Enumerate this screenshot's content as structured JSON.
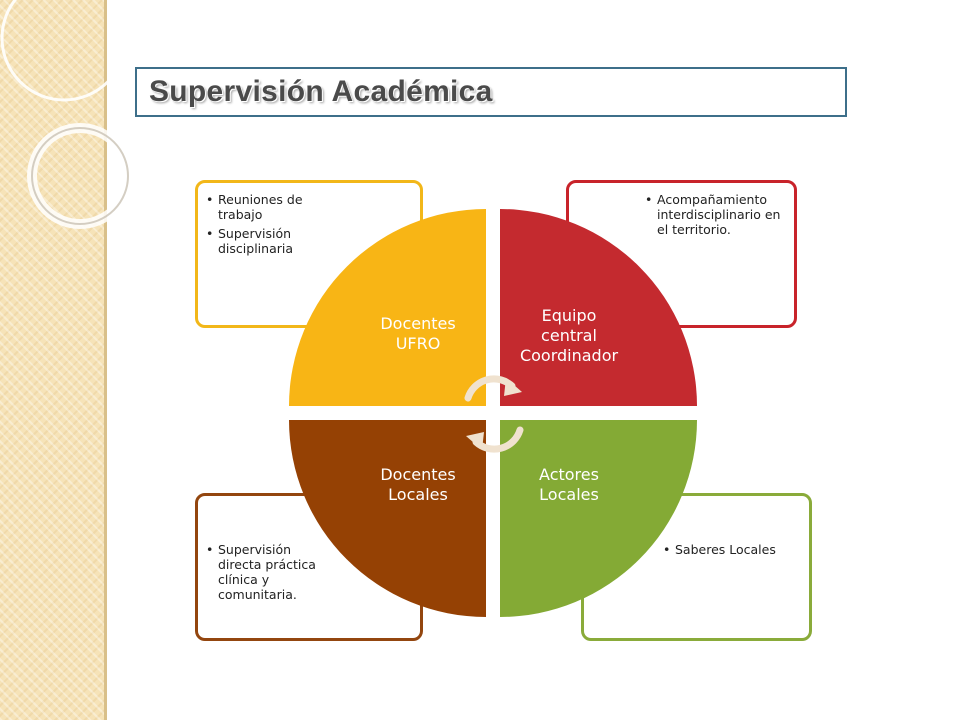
{
  "title": "Supervisión Académica",
  "colors": {
    "yellow": "#f8b515",
    "red": "#c42a2f",
    "brown": "#954104",
    "green": "#84aa35",
    "title_border": "#3d6f8a",
    "side_band": "#f6e3b8"
  },
  "quadrants": {
    "top_left": {
      "label_line1": "Docentes",
      "label_line2": "UFRO",
      "notes": [
        "Reuniones de trabajo",
        "Supervisión disciplinaria"
      ]
    },
    "top_right": {
      "label_line1": "Equipo",
      "label_line2": "central",
      "label_line3": "Coordinador",
      "notes": [
        "Acompañamiento interdisciplinario en el territorio."
      ]
    },
    "bottom_left": {
      "label_line1": "Docentes",
      "label_line2": "Locales",
      "notes": [
        "Supervisión directa  práctica clínica y comunitaria."
      ]
    },
    "bottom_right": {
      "label_line1": "Actores",
      "label_line2": "Locales",
      "notes": [
        "Saberes Locales"
      ]
    }
  },
  "icons": {
    "center": "circular-arrows-icon"
  }
}
